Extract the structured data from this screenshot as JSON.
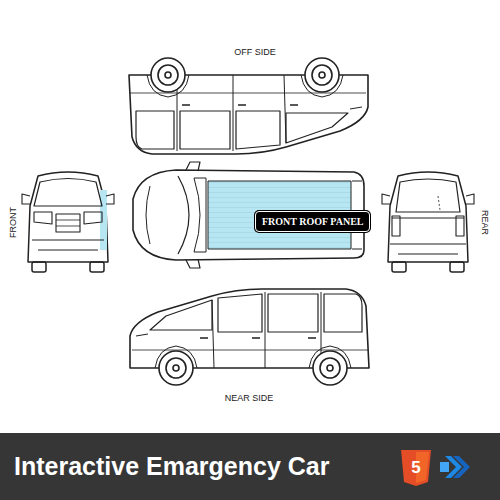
{
  "diagram": {
    "title": "Interactive Emargency Car",
    "nodes": [
      {
        "text": [
          "FRONT ROOF PANEL"
        ]
      }
    ],
    "labels": [
      "OFF SIDE",
      "FRONT",
      "REAR",
      "NEAR SIDE",
      "5"
    ]
  }
}
